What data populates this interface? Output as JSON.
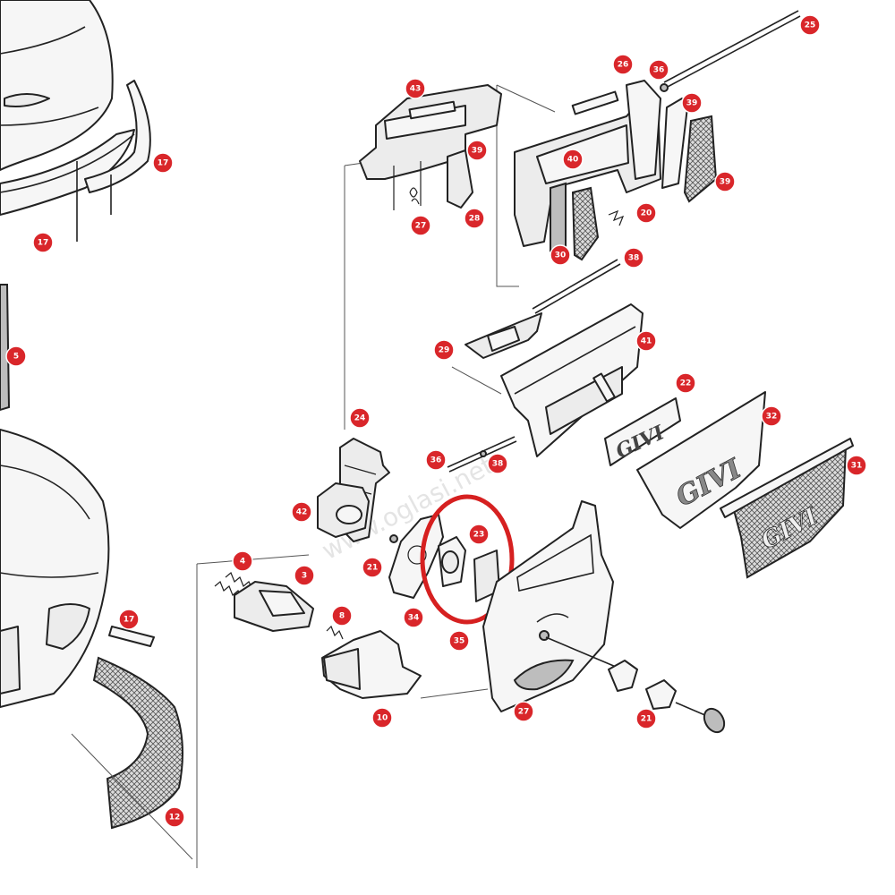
{
  "colors": {
    "callout_fill": "#d9262a",
    "highlight_ring": "#d62020",
    "line": "#222222"
  },
  "watermark": "www.oglasi.net",
  "logos": {
    "brand": "GIVI"
  },
  "callouts": [
    {
      "id": "c-25",
      "label": "25"
    },
    {
      "id": "c-26",
      "label": "26"
    },
    {
      "id": "c-36",
      "label": "36"
    },
    {
      "id": "c-43",
      "label": "43"
    },
    {
      "id": "c-39a",
      "label": "39"
    },
    {
      "id": "c-40",
      "label": "40"
    },
    {
      "id": "c-39b",
      "label": "39"
    },
    {
      "id": "c-39c",
      "label": "39"
    },
    {
      "id": "c-20",
      "label": "20"
    },
    {
      "id": "c-27a",
      "label": "27"
    },
    {
      "id": "c-28",
      "label": "28"
    },
    {
      "id": "c-30",
      "label": "30"
    },
    {
      "id": "c-38a",
      "label": "38"
    },
    {
      "id": "c-17a",
      "label": "17"
    },
    {
      "id": "c-17b",
      "label": "17"
    },
    {
      "id": "c-5",
      "label": "5"
    },
    {
      "id": "c-29",
      "label": "29"
    },
    {
      "id": "c-41",
      "label": "41"
    },
    {
      "id": "c-22",
      "label": "22"
    },
    {
      "id": "c-32",
      "label": "32"
    },
    {
      "id": "c-24",
      "label": "24"
    },
    {
      "id": "c-36b",
      "label": "36"
    },
    {
      "id": "c-38b",
      "label": "38"
    },
    {
      "id": "c-31",
      "label": "31"
    },
    {
      "id": "c-42",
      "label": "42"
    },
    {
      "id": "c-23",
      "label": "23"
    },
    {
      "id": "c-21a",
      "label": "21"
    },
    {
      "id": "c-4",
      "label": "4"
    },
    {
      "id": "c-3",
      "label": "3"
    },
    {
      "id": "c-8",
      "label": "8"
    },
    {
      "id": "c-34",
      "label": "34"
    },
    {
      "id": "c-35",
      "label": "35"
    },
    {
      "id": "c-17c",
      "label": "17"
    },
    {
      "id": "c-10",
      "label": "10"
    },
    {
      "id": "c-27b",
      "label": "27"
    },
    {
      "id": "c-21b",
      "label": "21"
    },
    {
      "id": "c-12",
      "label": "12"
    }
  ]
}
